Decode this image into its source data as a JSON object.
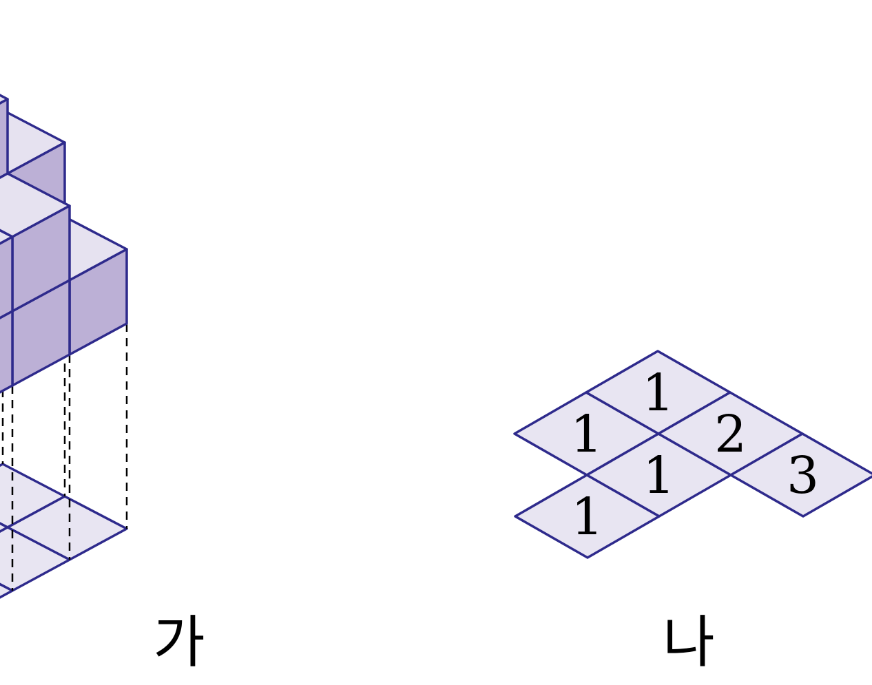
{
  "figures": [
    {
      "name": "가",
      "description_label": "가",
      "blocks": [
        {
          "x": 0,
          "y": 0,
          "height": 2
        },
        {
          "x": 1,
          "y": 0,
          "height": 1
        },
        {
          "x": 0,
          "y": 1,
          "height": 3
        },
        {
          "x": 1,
          "y": 1,
          "height": 2
        },
        {
          "x": 1,
          "y": 2,
          "height": 2
        }
      ]
    },
    {
      "name": "나",
      "description_label": "나",
      "grid_numbers": [
        {
          "cell": "left",
          "value": "1"
        },
        {
          "cell": "top",
          "value": "1"
        },
        {
          "cell": "center",
          "value": "1"
        },
        {
          "cell": "center-right",
          "value": "2"
        },
        {
          "cell": "right",
          "value": "3"
        },
        {
          "cell": "bottom-left",
          "value": "1"
        }
      ]
    }
  ],
  "colors": {
    "edge": "#2e2a8c",
    "top_face": "#e6e2f0",
    "left_face": "#d3cbe4",
    "right_face": "#bcb0d6",
    "base_fill": "#e8e5f2",
    "dash": "#000000"
  }
}
